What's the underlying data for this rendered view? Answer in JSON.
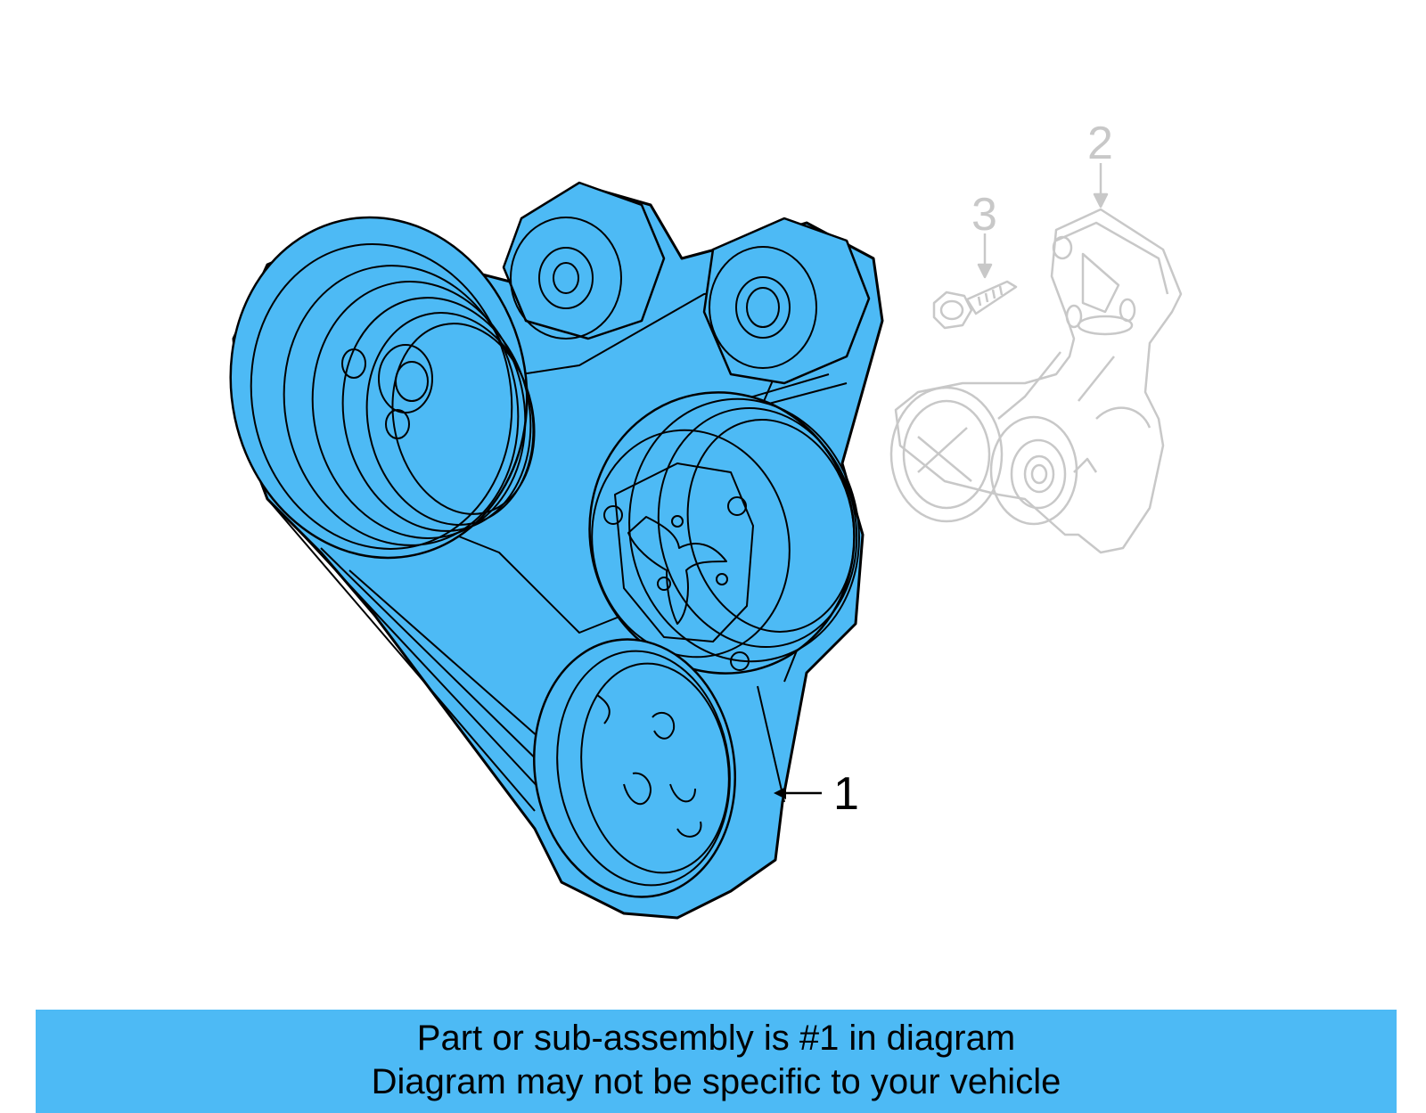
{
  "diagram": {
    "callouts": [
      {
        "number": "1",
        "status": "highlighted"
      },
      {
        "number": "2",
        "status": "faded"
      },
      {
        "number": "3",
        "status": "faded"
      }
    ],
    "colors": {
      "highlight_fill": "#4dbaf5",
      "outline": "#000000",
      "faded_outline": "#c8c8c8",
      "banner": "#4dbaf5"
    }
  },
  "banner": {
    "line1": "Part or sub-assembly is #1 in diagram",
    "line2": "Diagram may not be specific to your vehicle"
  }
}
